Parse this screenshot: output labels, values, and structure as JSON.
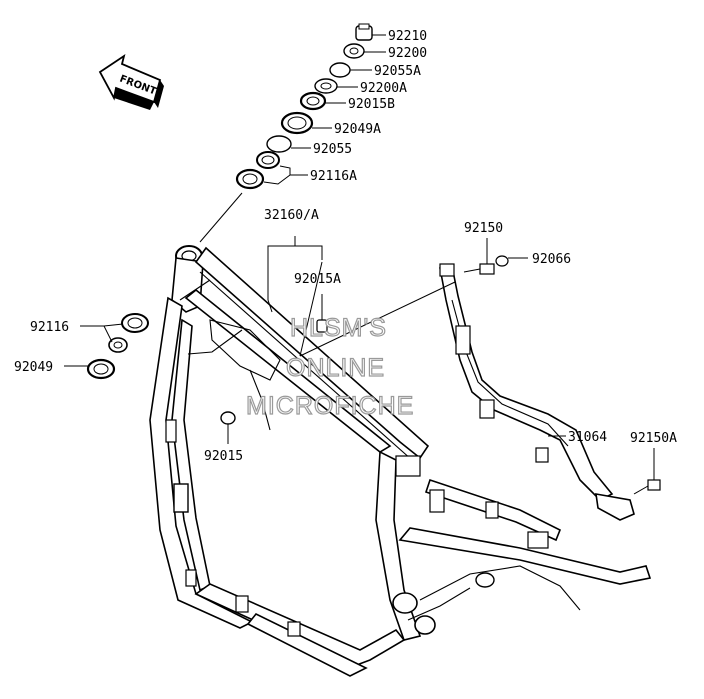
{
  "front_label": "FRONT",
  "parts": {
    "p92210": "92210",
    "p92200": "92200",
    "p92055A": "92055A",
    "p92200A": "92200A",
    "p92015B": "92015B",
    "p92049A": "92049A",
    "p92055": "92055",
    "p92116A": "92116A",
    "p32160A": "32160/A",
    "p92015A": "92015A",
    "p92150": "92150",
    "p92066": "92066",
    "p92116": "92116",
    "p92049": "92049",
    "p92015": "92015",
    "p31064": "31064",
    "p92150A": "92150A"
  },
  "watermark": {
    "line1": "HLSM'S",
    "line2": "ONLINE",
    "line3": "MICROFICHE"
  }
}
